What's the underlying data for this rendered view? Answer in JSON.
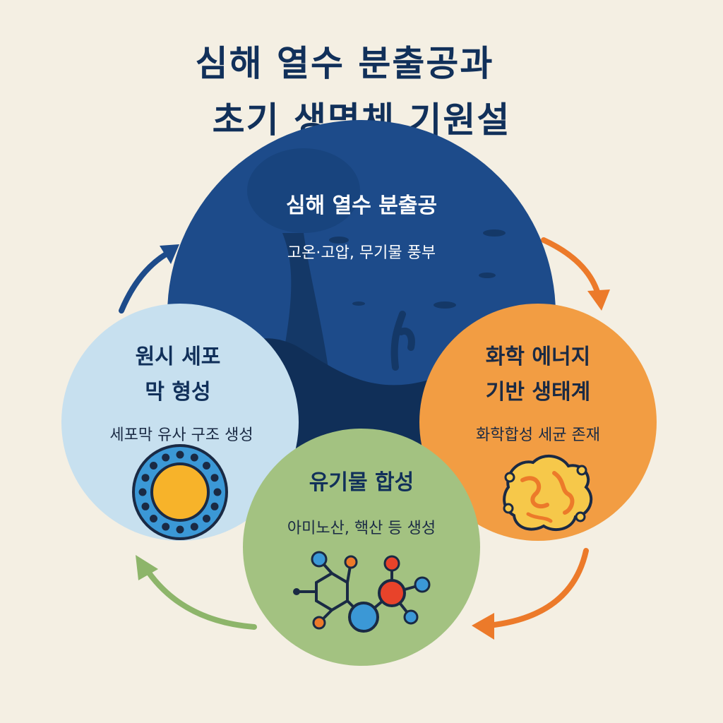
{
  "title": {
    "line1": "심해 열수 분출공과",
    "line2": "초기 생명체 기원설"
  },
  "nodes": {
    "vent": {
      "heading": "심해 열수 분출공",
      "desc": "고온·고압, 무기물 풍부",
      "color": "#1d4b8a"
    },
    "chem": {
      "heading_line1": "화학 에너지",
      "heading_line2": "기반 생태계",
      "desc": "화학합성 세균 존재",
      "color": "#f29d43",
      "icon": "bacterium-icon"
    },
    "organic": {
      "heading": "유기물 합성",
      "desc": "아미노산, 핵산 등 생성",
      "color": "#a3c281",
      "icon": "molecule-icon"
    },
    "membrane": {
      "heading_line1": "원시 세포",
      "heading_line2": "막 형성",
      "desc": "세포막 유사 구조 생성",
      "color": "#c7e0ef",
      "icon": "cell-icon"
    }
  },
  "arrows": {
    "orange": "#ec7a2a",
    "green": "#8db56a",
    "navy": "#1d4b8a"
  }
}
